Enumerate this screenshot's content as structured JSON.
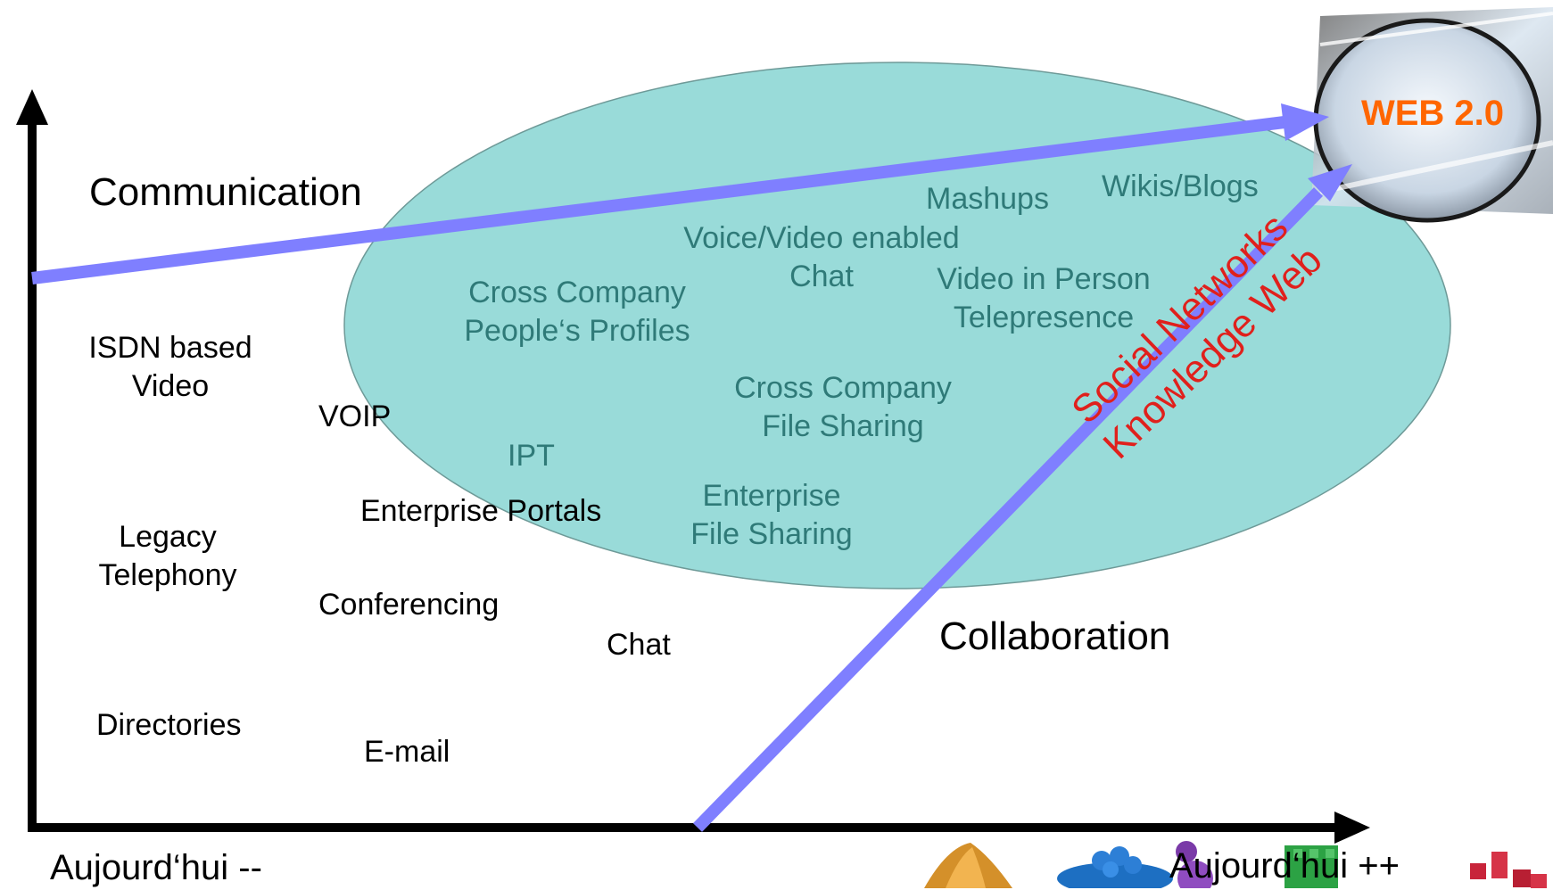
{
  "colors": {
    "ellipse_fill": "#99dbd9",
    "arrow_blue": "#7f7fff",
    "teal_text": "#2f7a78",
    "red_text": "#e0201c",
    "badge_text": "#ff6600",
    "axis": "#000000"
  },
  "axes": {
    "y_label": "Communication",
    "x_label": "Collaboration",
    "x_left": "Aujourd‘hui --",
    "x_right": "Aujourd‘hui ++"
  },
  "badge": {
    "label": "WEB 2.0"
  },
  "diagonal": {
    "line1": "Social Networks",
    "line2": "Knowledge Web"
  },
  "ellipse_items": {
    "mashups": "Mashups",
    "wikis": "Wikis/Blogs",
    "voice_video_1": "Voice/Video enabled",
    "voice_video_2": "Chat",
    "video_person_1": "Video in Person",
    "video_person_2": "Telepresence",
    "cross_profiles_1": "Cross Company",
    "cross_profiles_2": "People‘s Profiles",
    "cross_file_1": "Cross Company",
    "cross_file_2": "File Sharing",
    "ipt": "IPT",
    "ent_file_1": "Enterprise",
    "ent_file_2": "File Sharing"
  },
  "legacy_items": {
    "isdn_1": "ISDN based",
    "isdn_2": "Video",
    "voip": "VOIP",
    "portals": "Enterprise Portals",
    "legacy_1": "Legacy",
    "legacy_2": "Telephony",
    "conferencing": "Conferencing",
    "chat": "Chat",
    "directories": "Directories",
    "email": "E-mail"
  },
  "icons": [
    "cone-shape-icon",
    "blue-molecule-icon",
    "purple-blob-icon",
    "green-cube-icon",
    "red-blocks-icon"
  ]
}
